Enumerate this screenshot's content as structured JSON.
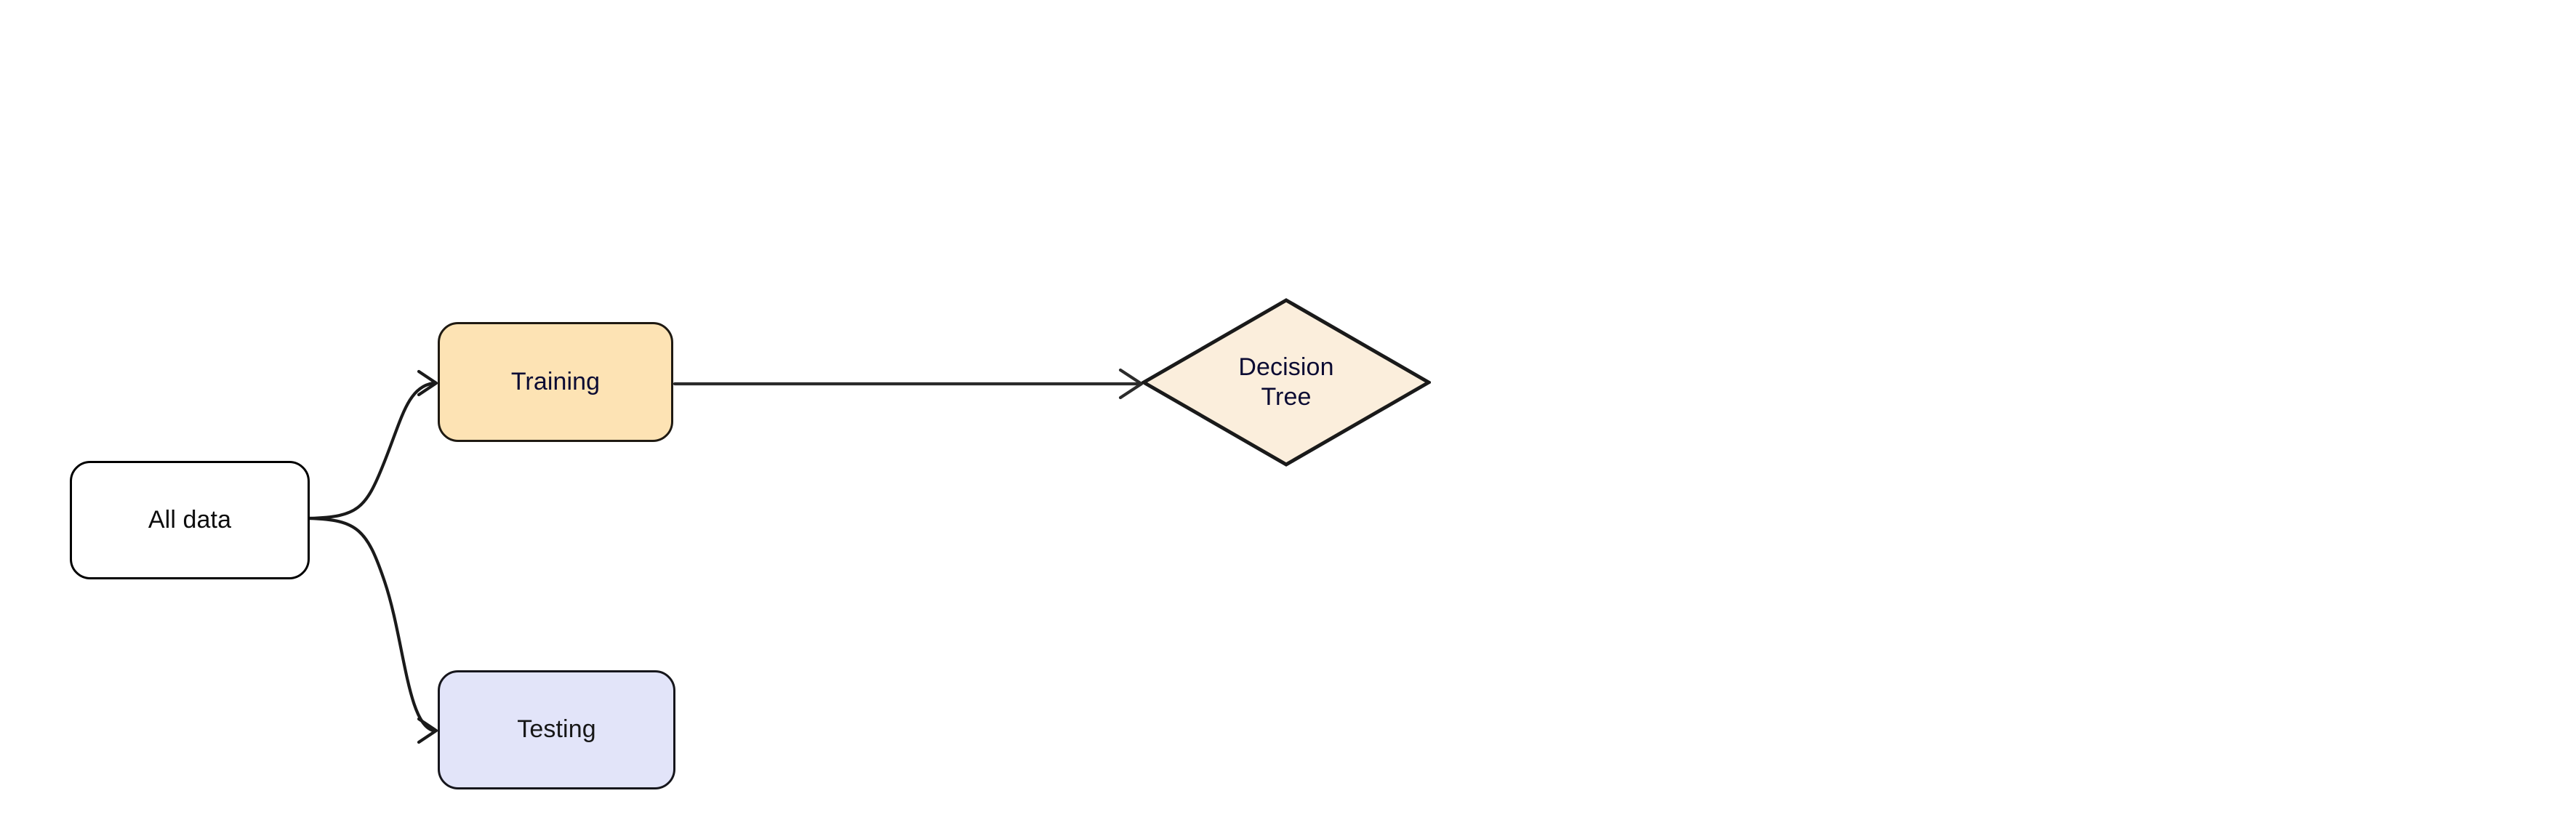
{
  "diagram": {
    "type": "flowchart",
    "background": "#ffffff",
    "nodes": [
      {
        "id": "all-data",
        "label": "All data",
        "shape": "rounded-rectangle",
        "fill": "#ffffff",
        "stroke": "#000000",
        "text_color": "#0d0d0d"
      },
      {
        "id": "training",
        "label": "Training",
        "shape": "rounded-rectangle",
        "fill": "#fde3b4",
        "stroke": "#1f1a12",
        "text_color": "#0b0b33"
      },
      {
        "id": "testing",
        "label": "Testing",
        "shape": "rounded-rectangle",
        "fill": "#e2e4f9",
        "stroke": "#16161c",
        "text_color": "#171717"
      },
      {
        "id": "decision-tree",
        "label": "Decision\nTree",
        "shape": "diamond",
        "fill": "#fbeedc",
        "stroke": "#1a1a1a",
        "text_color": "#0b0b33"
      }
    ],
    "edges": [
      {
        "id": "all-data-to-training",
        "from": "all-data",
        "to": "training",
        "style": "curved",
        "arrowhead": "open",
        "stroke": "#1a1a1a",
        "label": ""
      },
      {
        "id": "all-data-to-testing",
        "from": "all-data",
        "to": "testing",
        "style": "curved",
        "arrowhead": "open",
        "stroke": "#1a1a1a",
        "label": ""
      },
      {
        "id": "training-to-decision-tree",
        "from": "training",
        "to": "decision-tree",
        "style": "straight",
        "arrowhead": "open",
        "stroke": "#2b2b2b",
        "label": ""
      }
    ]
  }
}
